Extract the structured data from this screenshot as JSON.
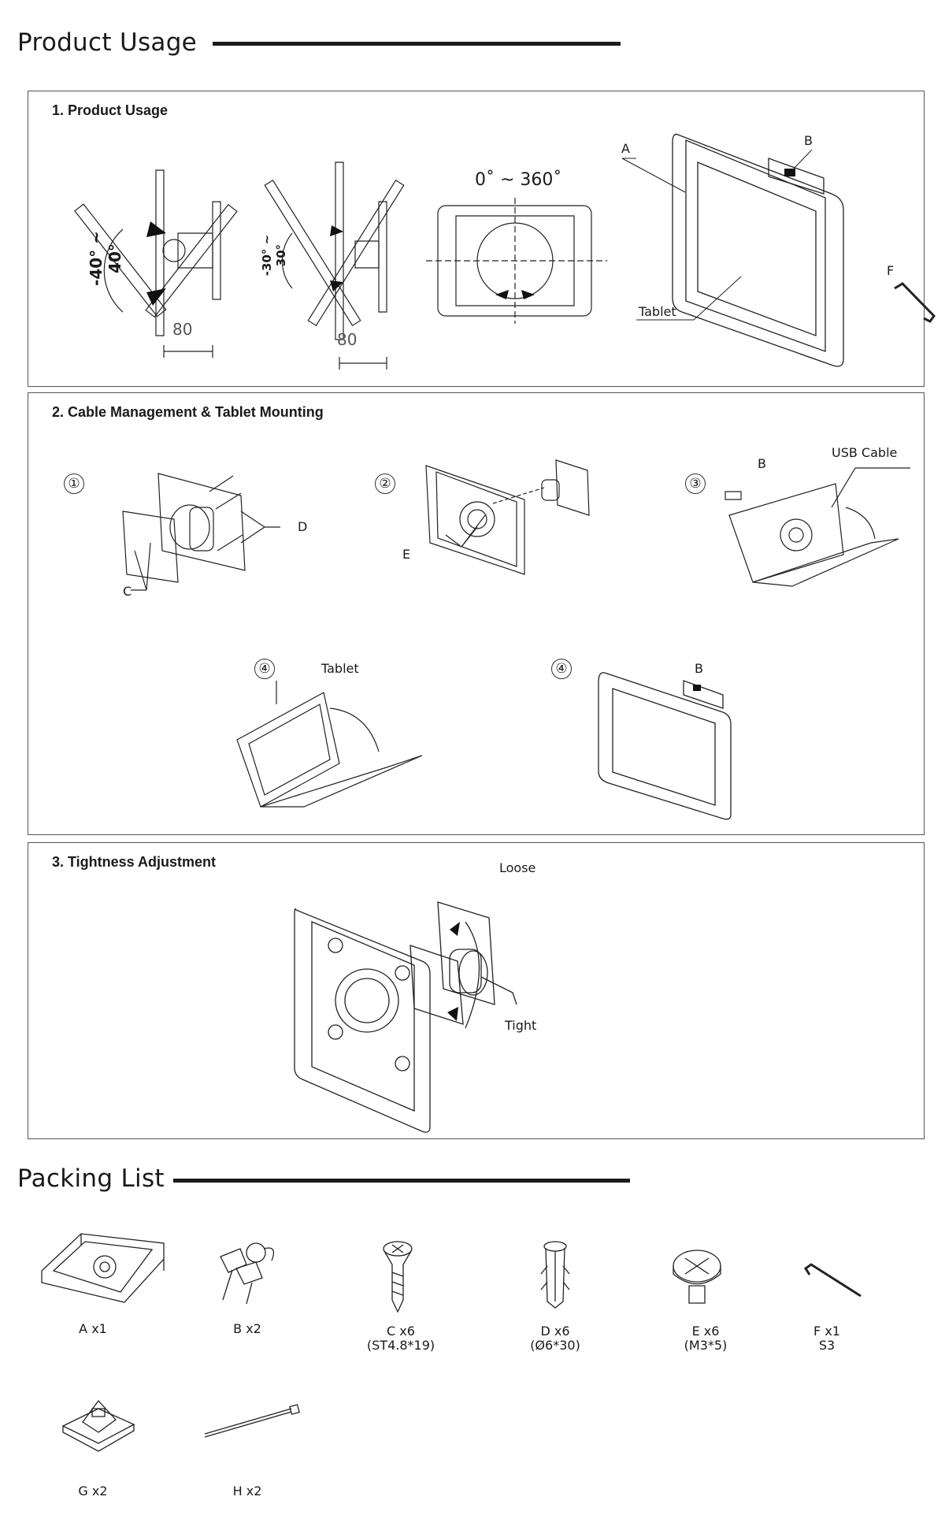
{
  "headers": {
    "product_usage": "Product Usage",
    "packing_list": "Packing List"
  },
  "panel1": {
    "title": "1. Product Usage",
    "tilt1_angle": "-40° ~ 40°",
    "tilt1_dim": "80",
    "tilt2_angle": "-30° ~ 30°",
    "tilt2_dim": "80",
    "rotation": "0˚ ~ 360˚",
    "label_a": "A",
    "label_b": "B",
    "label_f": "F",
    "label_tablet": "Tablet"
  },
  "panel2": {
    "title": "2. Cable Management & Tablet Mounting",
    "step1": "①",
    "step2": "②",
    "step3": "③",
    "step4a": "④",
    "step4b": "④",
    "label_c": "C",
    "label_d": "D",
    "label_e": "E",
    "label_b1": "B",
    "label_b2": "B",
    "label_usb": "USB Cable",
    "label_tablet": "Tablet"
  },
  "panel3": {
    "title": "3. Tightness Adjustment",
    "loose": "Loose",
    "tight": "Tight"
  },
  "packing": [
    {
      "name": "A x1",
      "spec": ""
    },
    {
      "name": "B x2",
      "spec": ""
    },
    {
      "name": "C x6",
      "spec": "(ST4.8*19)"
    },
    {
      "name": "D x6",
      "spec": "(Ø6*30)"
    },
    {
      "name": "E x6",
      "spec": "(M3*5)"
    },
    {
      "name": "F x1",
      "spec": "S3"
    },
    {
      "name": "G x2",
      "spec": ""
    },
    {
      "name": "H x2",
      "spec": ""
    }
  ]
}
